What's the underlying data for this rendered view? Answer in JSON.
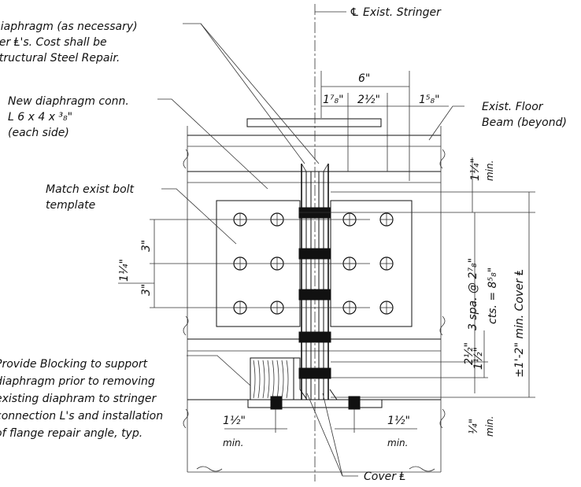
{
  "notes": {
    "diaphragm_note": [
      "Diaphragm (as necessary)",
      "per Ⱡ's. Cost shall be",
      "Structural Steel Repair."
    ],
    "new_conn_note": [
      "New diaphragm conn.",
      "L 6 x 4 x ³₈\"",
      "(each side)"
    ],
    "bolt_template_note": [
      "Match exist bolt",
      "template"
    ],
    "blocking_note": [
      "Provide Blocking to support",
      "diaphragm prior to removing",
      "existing diaphram to stringer",
      "connection L's and installation",
      "of flange repair angle, typ."
    ],
    "stringer_label": "℄ Exist. Stringer",
    "floor_beam_label": [
      "Exist. Floor",
      "Beam (beyond)"
    ],
    "cover_plate_label": "Cover Ⱡ"
  },
  "dimensions": {
    "top_width": "6\"",
    "top_left": "1⁷₈\"",
    "top_mid": "2½\"",
    "top_right": "1⁵₈\"",
    "right_top": "1¼\"",
    "right_top_min": "min.",
    "spacing": "3 spa. @ 2⁷₈\"",
    "cts": "cts. = 8⁵₈\"",
    "cover_len": "±1'-2\" min. Cover Ⱡ",
    "lower_a": "2½\"",
    "lower_b": "1½\"",
    "bottom_right": "¼\"",
    "bottom_right_min": "min.",
    "left_3a": "3\"",
    "left_3b": "3\"",
    "left_14": "1¼\"",
    "bottom_left": "1½\"",
    "bottom_left_min": "min.",
    "bottom_mid": "1½\"",
    "bottom_mid_min": "min."
  }
}
